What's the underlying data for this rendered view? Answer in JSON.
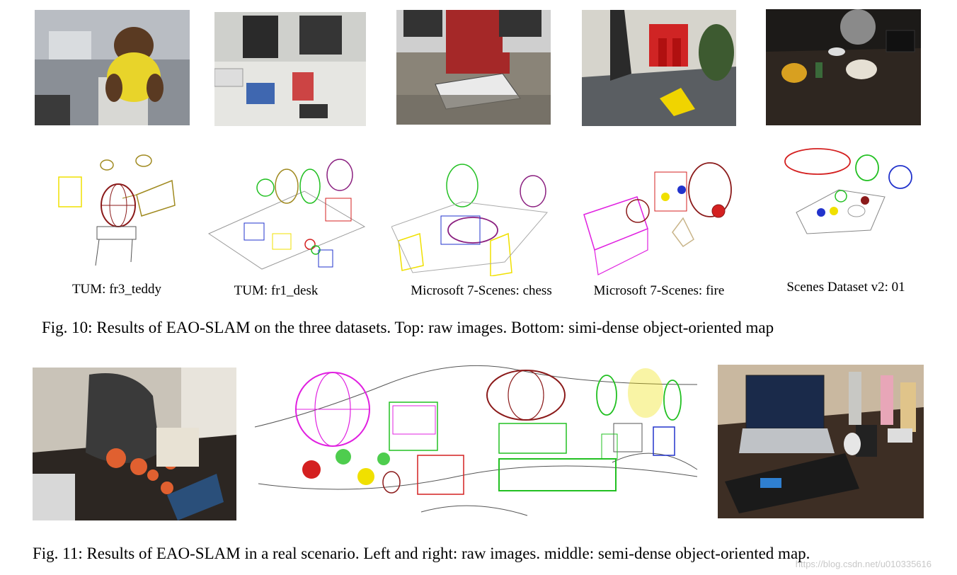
{
  "fig10": {
    "labels": [
      "TUM: fr3_teddy",
      "TUM: fr1_desk",
      "Microsoft 7-Scenes: chess",
      "Microsoft 7-Scenes: fire",
      "Scenes Dataset v2: 01"
    ],
    "caption": "Fig. 10: Results of EAO-SLAM on the three datasets. Top: raw images. Bottom: simi-dense object-oriented map"
  },
  "fig11": {
    "caption": "Fig. 11: Results of EAO-SLAM in a real scenario. Left and right: raw images. middle: semi-dense object-oriented map."
  },
  "watermark": "https://blog.csdn.net/u010335616",
  "colors": {
    "red": "#d42020",
    "green": "#22c022",
    "yellow": "#f0e000",
    "magenta": "#e020e0",
    "darkred": "#8b1a1a",
    "blue": "#2233cc",
    "olive": "#a08a20"
  }
}
